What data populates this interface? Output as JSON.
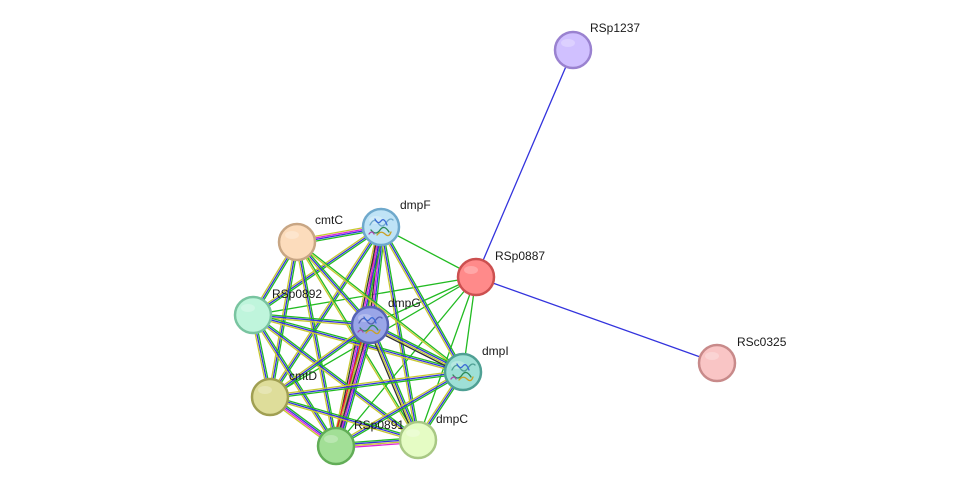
{
  "network": {
    "colors": {
      "background": "#ffffff",
      "edge_green": "#22bb22",
      "edge_blue": "#3333dd",
      "edge_olive": "#c8c830",
      "edge_magenta": "#dd22dd",
      "edge_black": "#333333",
      "edge_red": "#ee2222",
      "edge_cyan": "#22cccc"
    },
    "nodes": [
      {
        "id": "RSp1237",
        "label": "RSp1237",
        "fill": "#d0c0ff",
        "stroke": "#9a82d0",
        "has_structure": false
      },
      {
        "id": "RSp0887",
        "label": "RSp0887",
        "fill": "#ff8a8a",
        "stroke": "#cc5050",
        "has_structure": false
      },
      {
        "id": "RSc0325",
        "label": "RSc0325",
        "fill": "#f9c5c5",
        "stroke": "#c88a8a",
        "has_structure": false
      },
      {
        "id": "dmpF",
        "label": "dmpF",
        "fill": "#bfe3f6",
        "stroke": "#6fa9cc",
        "has_structure": true
      },
      {
        "id": "cmtC",
        "label": "cmtC",
        "fill": "#fcdcbc",
        "stroke": "#c8a684",
        "has_structure": false
      },
      {
        "id": "RSp0892",
        "label": "RSp0892",
        "fill": "#bff5dc",
        "stroke": "#79c4a0",
        "has_structure": false
      },
      {
        "id": "dmpG",
        "label": "dmpG",
        "fill": "#9aa6e8",
        "stroke": "#5663b5",
        "has_structure": true
      },
      {
        "id": "dmpI",
        "label": "dmpI",
        "fill": "#9ee0d6",
        "stroke": "#4fa094",
        "has_structure": true
      },
      {
        "id": "cmtD",
        "label": "cmtD",
        "fill": "#dedd9a",
        "stroke": "#a09f52",
        "has_structure": false
      },
      {
        "id": "RSp0891",
        "label": "RSp0891",
        "fill": "#a2df96",
        "stroke": "#62ad57",
        "has_structure": false
      },
      {
        "id": "dmpC",
        "label": "dmpC",
        "fill": "#e5fcc4",
        "stroke": "#a8c884",
        "has_structure": false
      }
    ],
    "edges": [
      {
        "source": "RSp0887",
        "target": "RSp1237",
        "types": [
          "blue"
        ]
      },
      {
        "source": "RSp0887",
        "target": "RSc0325",
        "types": [
          "blue"
        ]
      },
      {
        "source": "RSp0887",
        "target": "dmpF",
        "types": [
          "green"
        ]
      },
      {
        "source": "RSp0887",
        "target": "dmpG",
        "types": [
          "green"
        ]
      },
      {
        "source": "RSp0887",
        "target": "dmpI",
        "types": [
          "green"
        ]
      },
      {
        "source": "RSp0887",
        "target": "dmpC",
        "types": [
          "green"
        ]
      },
      {
        "source": "RSp0887",
        "target": "RSp0891",
        "types": [
          "green"
        ]
      },
      {
        "source": "RSp0887",
        "target": "cmtD",
        "types": [
          "green"
        ]
      },
      {
        "source": "RSp0887",
        "target": "RSp0892",
        "types": [
          "green"
        ]
      },
      {
        "source": "dmpF",
        "target": "dmpG",
        "types": [
          "green",
          "blue",
          "magenta",
          "black",
          "olive",
          "red"
        ]
      },
      {
        "source": "dmpF",
        "target": "cmtC",
        "types": [
          "green",
          "blue",
          "magenta",
          "olive"
        ]
      },
      {
        "source": "dmpF",
        "target": "RSp0892",
        "types": [
          "green",
          "blue",
          "olive"
        ]
      },
      {
        "source": "dmpF",
        "target": "dmpI",
        "types": [
          "green",
          "blue",
          "olive"
        ]
      },
      {
        "source": "dmpF",
        "target": "cmtD",
        "types": [
          "green",
          "blue",
          "olive"
        ]
      },
      {
        "source": "dmpF",
        "target": "RSp0891",
        "types": [
          "green",
          "blue",
          "magenta",
          "black",
          "olive"
        ]
      },
      {
        "source": "dmpF",
        "target": "dmpC",
        "types": [
          "green",
          "blue",
          "olive"
        ]
      },
      {
        "source": "cmtC",
        "target": "dmpG",
        "types": [
          "green",
          "blue",
          "olive"
        ]
      },
      {
        "source": "cmtC",
        "target": "RSp0892",
        "types": [
          "green",
          "blue",
          "olive"
        ]
      },
      {
        "source": "cmtC",
        "target": "cmtD",
        "types": [
          "green",
          "blue",
          "olive"
        ]
      },
      {
        "source": "cmtC",
        "target": "RSp0891",
        "types": [
          "green",
          "blue",
          "olive"
        ]
      },
      {
        "source": "cmtC",
        "target": "dmpI",
        "types": [
          "green",
          "olive"
        ]
      },
      {
        "source": "cmtC",
        "target": "dmpC",
        "types": [
          "green",
          "olive"
        ]
      },
      {
        "source": "RSp0892",
        "target": "dmpG",
        "types": [
          "green",
          "blue",
          "olive"
        ]
      },
      {
        "source": "RSp0892",
        "target": "cmtD",
        "types": [
          "green",
          "blue",
          "olive"
        ]
      },
      {
        "source": "RSp0892",
        "target": "RSp0891",
        "types": [
          "green",
          "blue",
          "olive"
        ]
      },
      {
        "source": "RSp0892",
        "target": "dmpI",
        "types": [
          "green",
          "blue",
          "olive"
        ]
      },
      {
        "source": "RSp0892",
        "target": "dmpC",
        "types": [
          "green",
          "blue",
          "olive"
        ]
      },
      {
        "source": "dmpG",
        "target": "dmpI",
        "types": [
          "green",
          "blue",
          "olive",
          "black"
        ]
      },
      {
        "source": "dmpG",
        "target": "cmtD",
        "types": [
          "green",
          "blue",
          "olive"
        ]
      },
      {
        "source": "dmpG",
        "target": "RSp0891",
        "types": [
          "green",
          "blue",
          "magenta",
          "black",
          "olive",
          "red"
        ]
      },
      {
        "source": "dmpG",
        "target": "dmpC",
        "types": [
          "green",
          "blue",
          "olive",
          "black"
        ]
      },
      {
        "source": "dmpI",
        "target": "cmtD",
        "types": [
          "green",
          "blue",
          "olive"
        ]
      },
      {
        "source": "dmpI",
        "target": "RSp0891",
        "types": [
          "green",
          "blue",
          "olive"
        ]
      },
      {
        "source": "dmpI",
        "target": "dmpC",
        "types": [
          "green",
          "blue",
          "olive"
        ]
      },
      {
        "source": "cmtD",
        "target": "RSp0891",
        "types": [
          "green",
          "blue",
          "magenta",
          "olive"
        ]
      },
      {
        "source": "cmtD",
        "target": "dmpC",
        "types": [
          "green",
          "blue",
          "olive"
        ]
      },
      {
        "source": "RSp0891",
        "target": "dmpC",
        "types": [
          "green",
          "blue",
          "olive",
          "magenta"
        ]
      }
    ]
  }
}
